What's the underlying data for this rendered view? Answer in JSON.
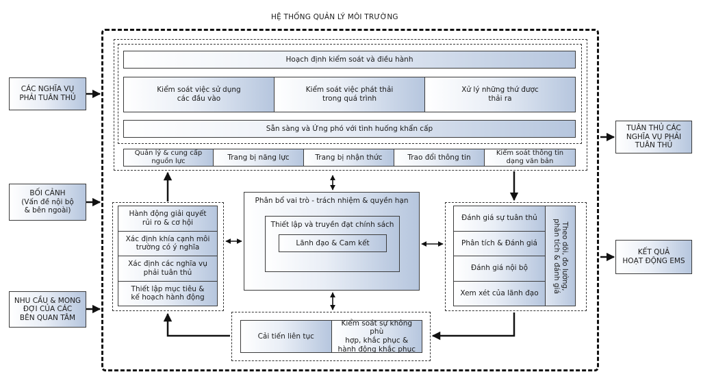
{
  "title": "HỆ THỐNG QUẢN LÝ MÔI TRƯỜNG",
  "inputs": {
    "obligations": "CÁC NGHĨA VỤ\nPHẢI TUÂN THỦ",
    "context": "BỐI CẢNH\n(Vấn đề nội bộ\n& bên ngoài)",
    "stakeholders": "NHU CẦU & MONG\nĐỢI CỦA CÁC\nBÊN QUAN TÂM"
  },
  "outputs": {
    "compliance": "TUÂN THỦ CÁC\nNGHĨA VỤ PHẢI\nTUÂN THỦ",
    "results": "KẾT QUẢ\nHOẠT ĐỘNG EMS"
  },
  "operations": {
    "planning": "Hoạch định kiểm soát và điều hành",
    "controls": [
      "Kiểm soát việc sử dụng\ncác đầu vào",
      "Kiểm soát việc phát thải\ntrong quá trình",
      "Xử lý những thứ được\nthải ra"
    ],
    "emergency": "Sẵn sàng và Ứng phó với tình huống khẩn cấp"
  },
  "support": [
    "Quản lý & cung cấp\nnguồn lực",
    "Trang bị năng lực",
    "Trang bị nhận thức",
    "Trao đổi thông tin",
    "Kiểm soát thông tin\ndạng văn bản"
  ],
  "planning_block": [
    "Hành động giải quyết\nrủi ro & cơ hội",
    "Xác định khía cạnh môi\ntrường có ý nghĩa",
    "Xác định các nghĩa vụ\nphải tuân thủ",
    "Thiết lập mục tiêu &\nkế hoạch hành động"
  ],
  "leadership": {
    "roles": "Phân bổ vai trò - trách nhiệm & quyền hạn",
    "policy": "Thiết lập và truyền đạt chính sách",
    "commitment": "Lãnh đạo & Cam kết"
  },
  "evaluation": {
    "items": [
      "Đánh giá sự tuân thủ",
      "Phân tích & Đánh giá",
      "Đánh giá nội bộ",
      "Xem xét của lãnh đạo"
    ],
    "side_label": "Theo dõi, đo lường,\nphân tích & đánh giá"
  },
  "improvement": {
    "continual": "Cải tiến liên tục",
    "nonconformity": "Kiểm soát sự không phù\nhợp, khắc phục &\nhành động khắc phục"
  }
}
